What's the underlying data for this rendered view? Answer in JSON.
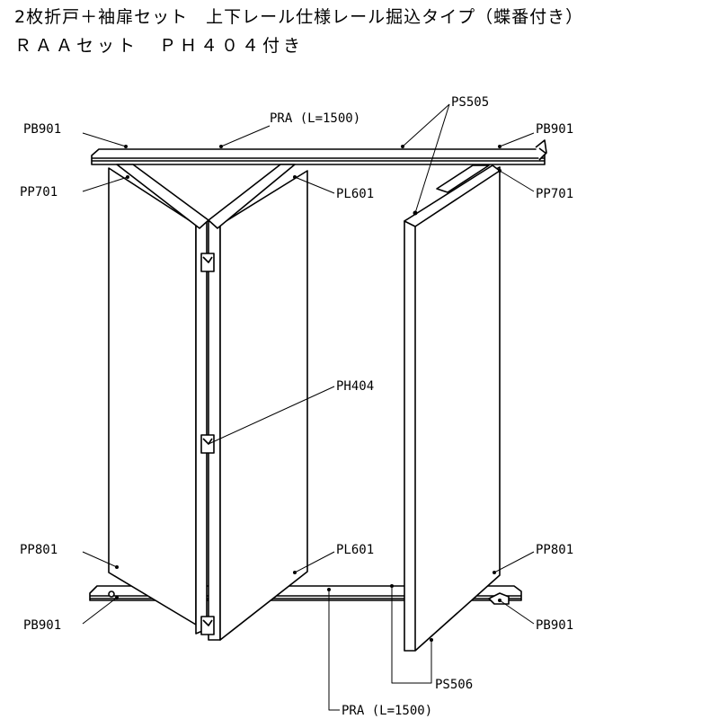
{
  "title": {
    "line1": "2枚折戸＋袖扉セット　上下レール仕様レール掘込タイプ（蝶番付き）",
    "line2": "ＲＡＡセット　ＰＨ４０４付き"
  },
  "labels": {
    "pb901_top_left": "PB901",
    "pra_top": "PRA (L=1500)",
    "ps505": "PS505",
    "pb901_top_right": "PB901",
    "pp701_left": "PP701",
    "pl601_top": "PL601",
    "pp701_right": "PP701",
    "ph404": "PH404",
    "pp801_left": "PP801",
    "pl601_bottom": "PL601",
    "pp801_right": "PP801",
    "pb901_bottom_left": "PB901",
    "pb901_bottom_right": "PB901",
    "ps506": "PS506",
    "pra_bottom": "PRA (L=1500)"
  }
}
